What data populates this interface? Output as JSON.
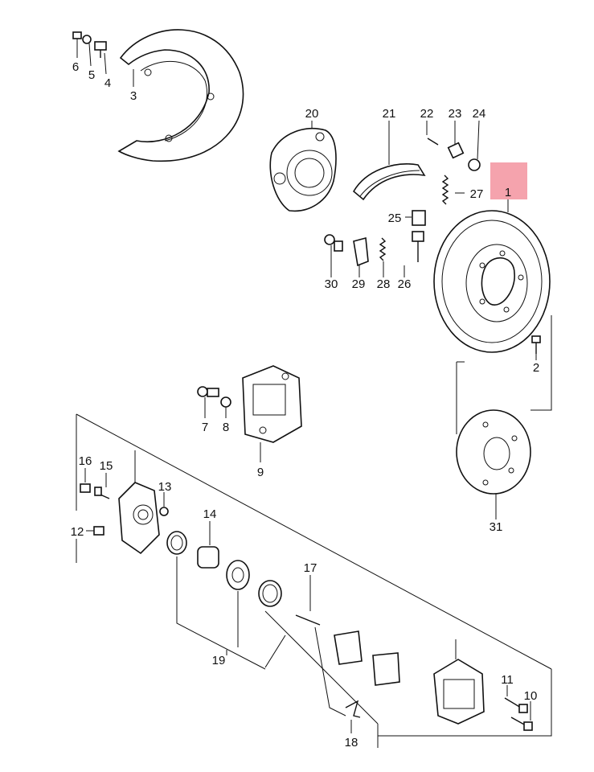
{
  "highlight": {
    "part_number": "1",
    "color": "#f5a3ad"
  },
  "callouts": {
    "p1": "1",
    "p2": "2",
    "p3": "3",
    "p4": "4",
    "p5": "5",
    "p6": "6",
    "p7": "7",
    "p8": "8",
    "p9": "9",
    "p10": "10",
    "p11": "11",
    "p12": "12",
    "p13": "13",
    "p14": "14",
    "p15": "15",
    "p16": "16",
    "p17": "17",
    "p18": "18",
    "p19": "19",
    "p20": "20",
    "p21": "21",
    "p22": "22",
    "p23": "23",
    "p24": "24",
    "p25": "25",
    "p26": "26",
    "p27": "27",
    "p28": "28",
    "p29": "29",
    "p30": "30",
    "p31": "31"
  }
}
